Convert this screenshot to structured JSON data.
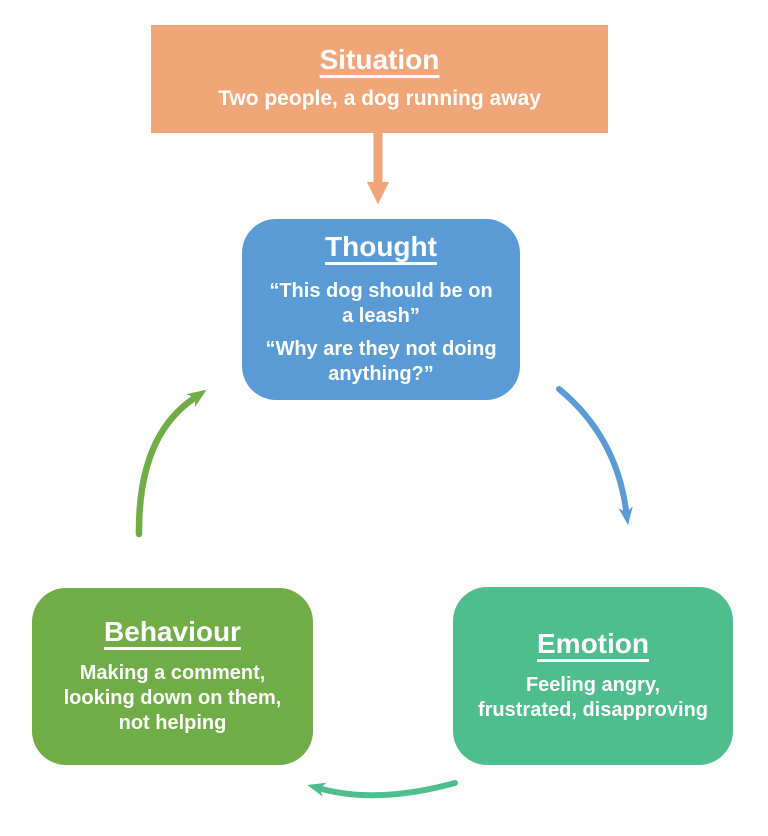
{
  "colors": {
    "orange": "#F0A678",
    "blue": "#5B9BD5",
    "teal": "#4DBE8C",
    "green": "#71AD47",
    "text": "#FFFFFF",
    "background": "#FFFFFF"
  },
  "nodes": {
    "situation": {
      "title": "Situation",
      "body": "Two people, a dog running away"
    },
    "thought": {
      "title": "Thought",
      "quote1": "“This dog should be on\na leash”",
      "quote2": "“Why are they not doing\nanything?”"
    },
    "emotion": {
      "title": "Emotion",
      "body": "Feeling angry,\nfrustrated, disapproving"
    },
    "behaviour": {
      "title": "Behaviour",
      "body": "Making a comment,\nlooking down on them,\nnot helping"
    }
  },
  "arrows": {
    "situation_to_thought": {
      "from": "Situation",
      "to": "Thought",
      "color_key": "orange"
    },
    "thought_to_emotion": {
      "from": "Thought",
      "to": "Emotion",
      "color_key": "blue"
    },
    "emotion_to_behaviour": {
      "from": "Emotion",
      "to": "Behaviour",
      "color_key": "teal"
    },
    "behaviour_to_thought": {
      "from": "Behaviour",
      "to": "Thought",
      "color_key": "green"
    }
  }
}
